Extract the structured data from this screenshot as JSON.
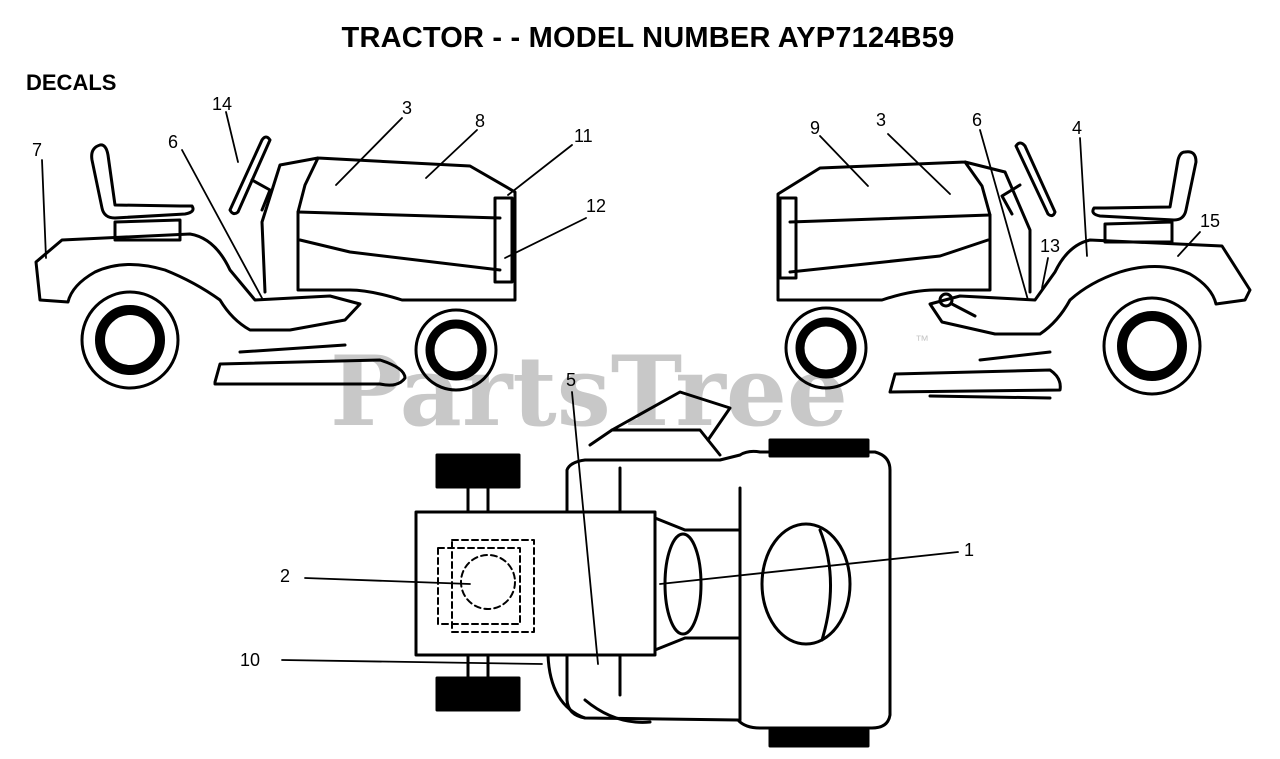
{
  "title": "TRACTOR - - MODEL NUMBER AYP7124B59",
  "section": "DECALS",
  "watermark": "PartsTree",
  "watermark_mark": "™",
  "callouts": {
    "c1": "1",
    "c2": "2",
    "c3a": "3",
    "c3b": "3",
    "c4": "4",
    "c5": "5",
    "c6a": "6",
    "c6b": "6",
    "c7": "7",
    "c8": "8",
    "c9": "9",
    "c10": "10",
    "c11": "11",
    "c12": "12",
    "c13": "13",
    "c14": "14",
    "c15": "15"
  }
}
